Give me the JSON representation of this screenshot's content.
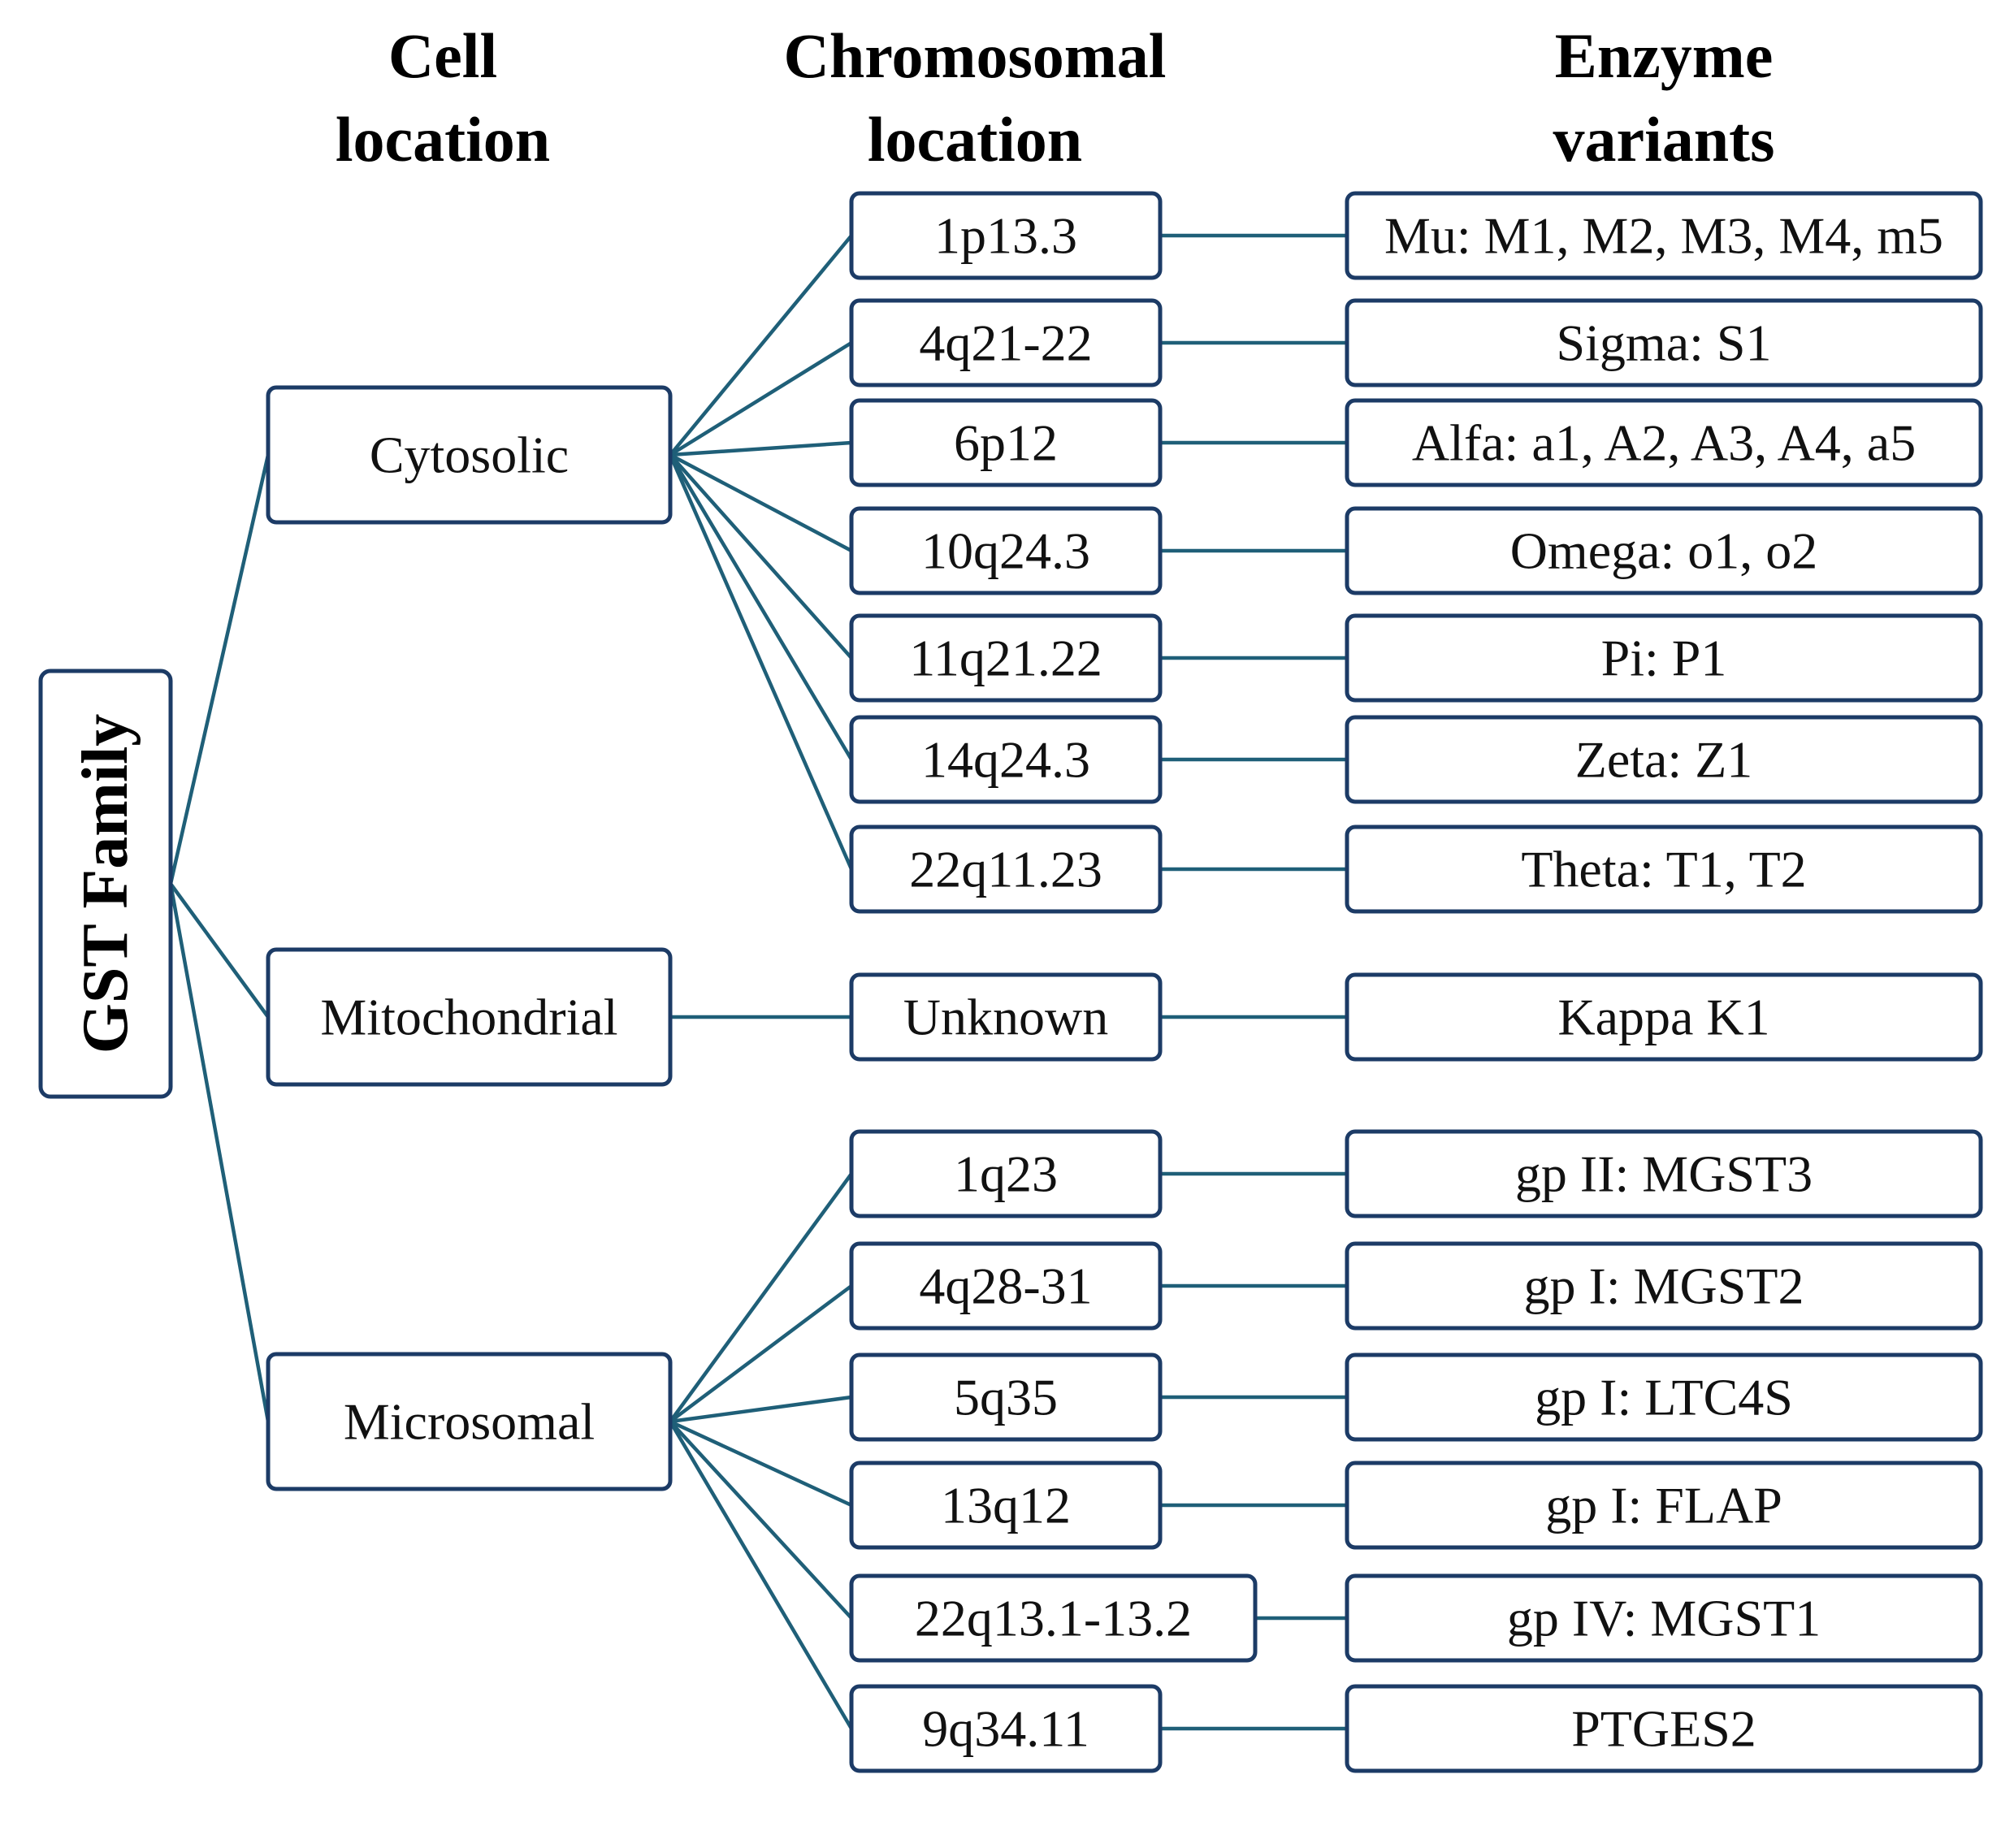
{
  "headers": {
    "cell_location": [
      "Cell",
      "location"
    ],
    "chromosomal_location": [
      "Chromosomal",
      "location"
    ],
    "enzyme_variants": [
      "Enzyme",
      "variants"
    ]
  },
  "root": "GST Family",
  "groups": [
    {
      "cell": "Cytosolic",
      "rows": [
        {
          "chrom": "1p13.3",
          "enzyme": "Mu: M1, M2, M3, M4, m5"
        },
        {
          "chrom": "4q21-22",
          "enzyme": "Sigma: S1"
        },
        {
          "chrom": "6p12",
          "enzyme": "Alfa: a1, A2, A3, A4, a5"
        },
        {
          "chrom": "10q24.3",
          "enzyme": "Omega: o1, o2"
        },
        {
          "chrom": "11q21.22",
          "enzyme": "Pi: P1"
        },
        {
          "chrom": "14q24.3",
          "enzyme": "Zeta: Z1"
        },
        {
          "chrom": "22q11.23",
          "enzyme": "Theta: T1, T2"
        }
      ]
    },
    {
      "cell": "Mitochondrial",
      "rows": [
        {
          "chrom": "Unknown",
          "enzyme": "Kappa K1"
        }
      ]
    },
    {
      "cell": "Microsomal",
      "rows": [
        {
          "chrom": "1q23",
          "enzyme": "gp II: MGST3"
        },
        {
          "chrom": "4q28-31",
          "enzyme": "gp I: MGST2"
        },
        {
          "chrom": "5q35",
          "enzyme": "gp I: LTC4S"
        },
        {
          "chrom": "13q12",
          "enzyme": "gp I: FLAP"
        },
        {
          "chrom": "22q13.1-13.2",
          "enzyme": "gp IV: MGST1"
        },
        {
          "chrom": "9q34.11",
          "enzyme": "PTGES2"
        }
      ]
    }
  ],
  "colors": {
    "box_border": "#1c3b66",
    "connector": "#1f5f78"
  }
}
